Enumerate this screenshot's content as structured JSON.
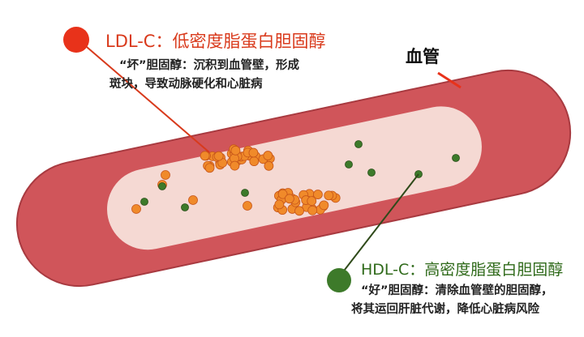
{
  "ldl": {
    "title": "LDL-C：低密度脂蛋白胆固醇",
    "desc_line1": "“坏”胆固醇：沉积到血管壁，形成",
    "desc_line2": "斑块，导致动脉硬化和心脏病",
    "color": "#e8321a"
  },
  "vessel": {
    "label": "血管",
    "wall_color": "#d0555a",
    "lumen_color": "#f5d9d3"
  },
  "hdl": {
    "title": "HDL-C：高密度脂蛋白胆固醇",
    "desc_line1": "“好”胆固醇：清除血管壁的胆固醇，",
    "desc_line2": "将其运回肝脏代谢，降低心脏病风险",
    "color": "#3d7a2a"
  }
}
